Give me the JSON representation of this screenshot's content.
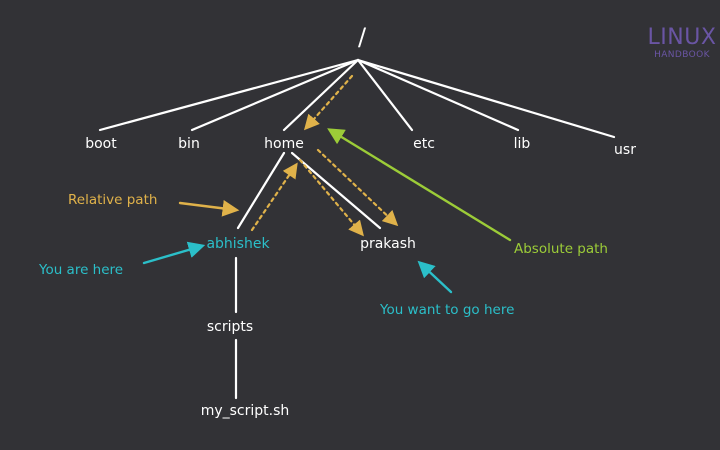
{
  "colors": {
    "background": "#323236",
    "line": "#ffffff",
    "relative": "#e0b24a",
    "absolute": "#9ccc38",
    "location": "#2bbfc9",
    "logo": "#6a55a4"
  },
  "logo": {
    "line1": "LINUX",
    "line2": "HANDBOOK"
  },
  "tree": {
    "root": "/",
    "level1": [
      "boot",
      "bin",
      "home",
      "etc",
      "lib",
      "usr"
    ],
    "home_children": [
      "abhishek",
      "prakash"
    ],
    "abhishek_child": "scripts",
    "scripts_child": "my_script.sh"
  },
  "annotations": {
    "relative_path": "Relative path",
    "absolute_path": "Absolute path",
    "you_are_here": "You are here",
    "you_want_to_go_here": "You want to go here"
  }
}
